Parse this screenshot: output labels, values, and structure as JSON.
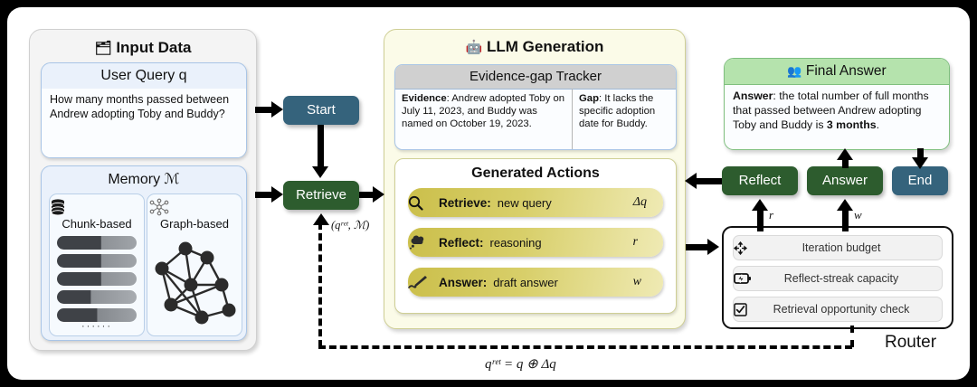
{
  "input_panel": {
    "title": "Input Data",
    "title_icon": "folder-search-icon",
    "user_query": {
      "header": "User Query q",
      "text": "How many months passed between Andrew adopting Toby and Buddy?"
    },
    "memory": {
      "header": "Memory ℳ",
      "columns": [
        {
          "label": "Chunk-based",
          "icon": "database-icon",
          "dots": "······"
        },
        {
          "label": "Graph-based",
          "icon": "graph-nodes-icon"
        }
      ]
    }
  },
  "llm_panel": {
    "title": "LLM Generation",
    "title_icon": "robot-icon",
    "evidence_gap_tracker": {
      "header": "Evidence-gap Tracker",
      "evidence_label": "Evidence",
      "evidence_text": ": Andrew adopted Toby on July 11, 2023, and Buddy was named on October 19, 2023.",
      "gap_label": "Gap",
      "gap_text": ": It lacks the specific adoption date for Buddy."
    },
    "generated_actions": {
      "title": "Generated Actions",
      "actions": [
        {
          "icon": "magnifier-icon",
          "name": "Retrieve:",
          "value": "new query",
          "symbol": "Δq"
        },
        {
          "icon": "thought-cloud-icon",
          "name": "Reflect:",
          "value": "reasoning",
          "symbol": "r"
        },
        {
          "icon": "pen-icon",
          "name": "Answer:",
          "value": "draft answer",
          "symbol": "w"
        }
      ]
    }
  },
  "final_answer": {
    "header": "Final Answer",
    "header_icon": "people-question-icon",
    "answer_label": "Answer",
    "answer_text": ": the total number of full months that passed between Andrew adopting Toby and Buddy is ",
    "answer_highlight": "3 months",
    "answer_tail": "."
  },
  "router": {
    "label": "Router",
    "rows": [
      {
        "icon": "expand-arrows-icon",
        "text": "Iteration budget"
      },
      {
        "icon": "battery-charging-icon",
        "text": "Reflect-streak capacity"
      },
      {
        "icon": "checkbox-checked-icon",
        "text": "Retrieval opportunity check"
      }
    ]
  },
  "nodes": {
    "start": "Start",
    "retrieve": "Retrieve",
    "reflect": "Reflect",
    "answer": "Answer",
    "end": "End"
  },
  "edge_labels": {
    "retrieve_input": "(qʳᵉᵗ, ℳ)",
    "reflect_r": "r",
    "answer_w": "w",
    "feedback_equation": "qʳᵉᵗ = q ⊕ Δq"
  },
  "colors": {
    "green_node": "#2d5c2e",
    "blue_node": "#35637c",
    "llm_panel": "#fbfbe8",
    "final_answer_header": "#b5e3ad",
    "action_gradient_start": "#cbbf4b"
  }
}
